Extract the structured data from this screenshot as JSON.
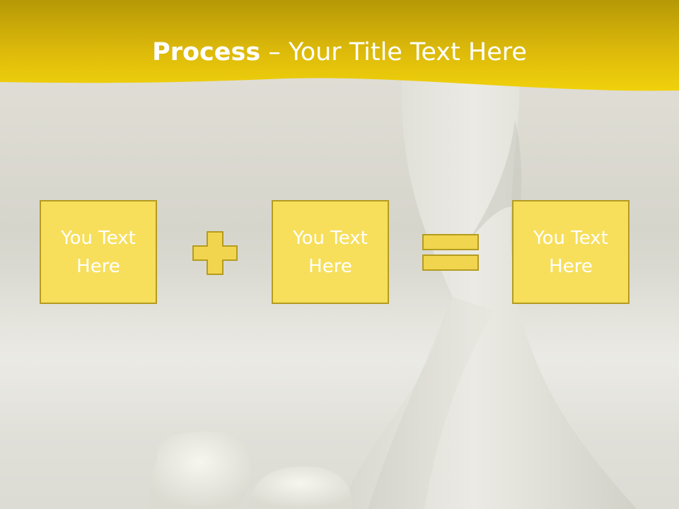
{
  "slide": {
    "title_bold": "Process",
    "title_dash": "–",
    "title_rest": "Your Title Text Here",
    "boxes": [
      {
        "text": "You Text Here"
      },
      {
        "text": "You Text Here"
      },
      {
        "text": "You Text Here"
      }
    ],
    "operators": [
      "plus",
      "equals"
    ]
  },
  "colors": {
    "header_yellow": "#e6c20a",
    "box_fill": "#f7df5c",
    "box_border": "#b49c1f",
    "operator_fill": "#f2d54e",
    "text": "#ffffff"
  }
}
